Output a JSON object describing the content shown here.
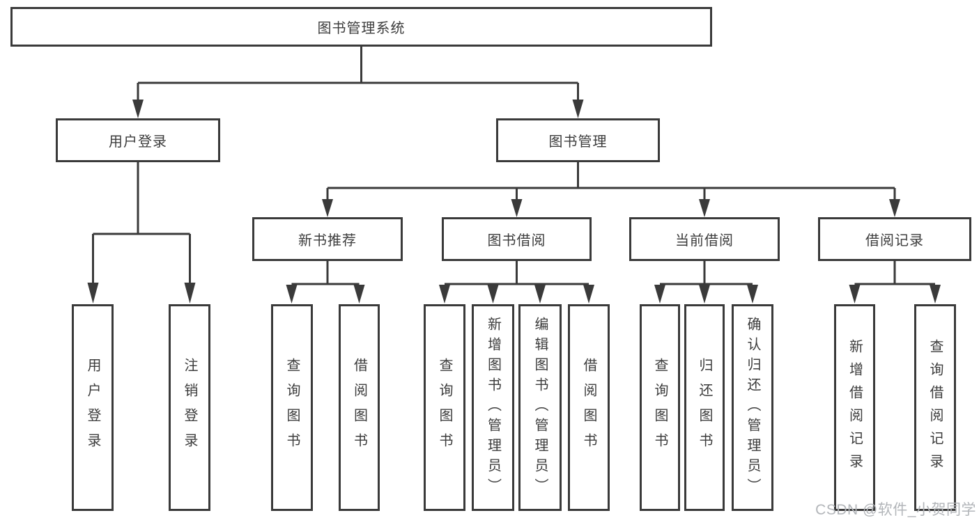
{
  "tree": {
    "label": "图书管理系统",
    "children": [
      {
        "label": "用户登录",
        "children": [
          {
            "label": "用户登录"
          },
          {
            "label": "注销登录"
          }
        ]
      },
      {
        "label": "图书管理",
        "children": [
          {
            "label": "新书推荐",
            "children": [
              {
                "label": "查询图书"
              },
              {
                "label": "借阅图书"
              }
            ]
          },
          {
            "label": "图书借阅",
            "children": [
              {
                "label": "查询图书"
              },
              {
                "label": "新增图书（管理员）"
              },
              {
                "label": "编辑图书（管理员）"
              },
              {
                "label": "借阅图书"
              }
            ]
          },
          {
            "label": "当前借阅",
            "children": [
              {
                "label": "查询图书"
              },
              {
                "label": "归还图书"
              },
              {
                "label": "确认归还（管理员）"
              }
            ]
          },
          {
            "label": "借阅记录",
            "children": [
              {
                "label": "新增借阅记录"
              },
              {
                "label": "查询借阅记录"
              }
            ]
          }
        ]
      }
    ]
  },
  "watermark": {
    "text": "CSDN @软件_小贺同学",
    "color": "#b2b5b9"
  },
  "colors": {
    "line": "#3a3a3a",
    "box_border": "#3a3a3a",
    "box_fill": "#ffffff",
    "text": "#3c3c3c",
    "background": "#ffffff"
  }
}
